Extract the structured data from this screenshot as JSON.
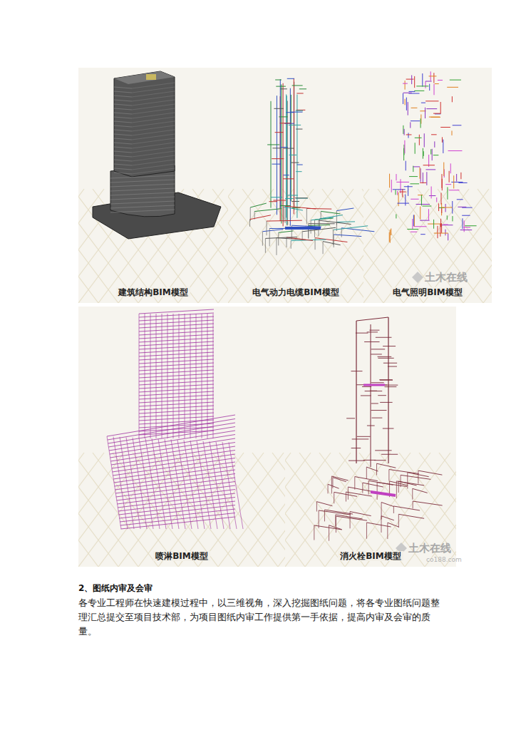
{
  "diagram": {
    "title": "2、图纸内审及会审",
    "nodes": [
      {
        "text": [
          "建筑结构BIM模型"
        ]
      },
      {
        "text": [
          "电气动力电缆BIM模型"
        ]
      },
      {
        "text": [
          "电气照明BIM模型"
        ]
      },
      {
        "text": [
          "喷淋BIM模型"
        ]
      },
      {
        "text": [
          "消火栓BIM模型"
        ]
      }
    ],
    "labels": [
      "土木在线",
      "土木在线",
      "co188.com",
      "各专业工程师在快速建模过程中，以三维视角，深入挖掘图纸问题，将各专业图纸问题整理汇总提交至项目技术部，为项目图纸内审工作提供第一手依据，提高内审及会审的质量。"
    ]
  }
}
